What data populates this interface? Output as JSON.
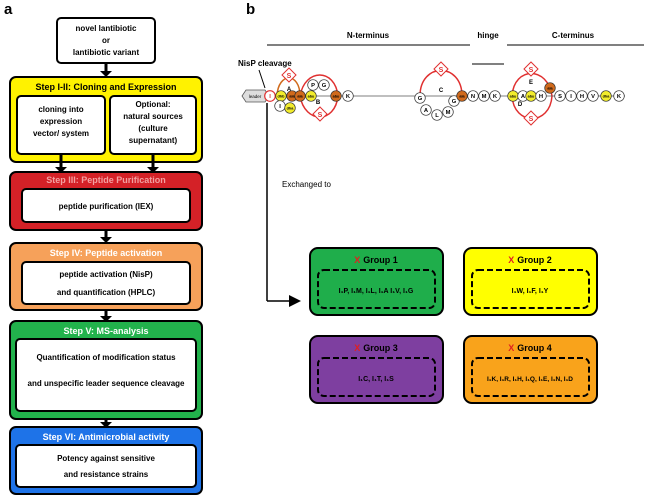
{
  "panel_a": {
    "label": "a",
    "start": {
      "line1": "novel lantibiotic",
      "line2": "or",
      "line3": "lantibiotic variant"
    },
    "step1": {
      "title": "Step I-II: Cloning and Expression",
      "left": {
        "line1": "cloning into",
        "line2": "expression",
        "line3": "vector/ system"
      },
      "right": {
        "line1": "Optional:",
        "line2": "natural sources",
        "line3": "(culture",
        "line4": "supernatant)"
      }
    },
    "step3": {
      "title": "Step III: Peptide Purification",
      "body": "peptide purification (IEX)"
    },
    "step4": {
      "title": "Step IV: Peptide activation",
      "line1": "peptide activation (NisP)",
      "line2": "and quantification (HPLC)"
    },
    "step5": {
      "title": "Step V: MS-analysis",
      "line1": "Quantification of modification status",
      "line2": "and unspecific leader sequence cleavage"
    },
    "step6": {
      "title": "Step VI: Antimicrobial activity",
      "line1": "Potency against sensitive",
      "line2": "and resistance strains"
    }
  },
  "panel_b": {
    "label": "b",
    "regions": {
      "n_terminus": "N-terminus",
      "hinge": "hinge",
      "c_terminus": "C-terminus"
    },
    "cleavage_label": "NisP cleavage",
    "leader_label": "leader",
    "exchanged_label": "Exchanged to",
    "ring_labels": {
      "A": "A",
      "B": "B",
      "C": "C",
      "D": "D",
      "E": "E"
    },
    "sulfur_label": "S",
    "residues": {
      "i1": "I",
      "dhb": "dhb",
      "ala1": "ala",
      "i_a": "I",
      "dha1": "dha",
      "ala2": "ala",
      "abu1": "abu",
      "p": "P",
      "g1": "G",
      "abu2": "abu",
      "k1": "K",
      "g2": "G",
      "a": "A",
      "l": "L",
      "m1": "M",
      "g3": "G",
      "ala3": "ala",
      "n1": "N",
      "m2": "M",
      "k2": "K",
      "abu3": "abu",
      "a2": "A",
      "abu4": "abu",
      "h1": "H",
      "ala4": "ala",
      "s": "S",
      "i2": "I",
      "h2": "H",
      "v": "V",
      "dha2": "dha",
      "k3": "K"
    },
    "groups": [
      {
        "mark": "X",
        "title": "Group 1",
        "content": "I₁P, I₁M, I₁L, I₁A I₁V, I₁G",
        "color": "#1fae4b"
      },
      {
        "mark": "X",
        "title": "Group 2",
        "content": "I₁W, I₁F, I₁Y",
        "color": "#ffff00"
      },
      {
        "mark": "X",
        "title": "Group 3",
        "content": "I₁C, I₁T, I₁S",
        "color": "#7e3fa0"
      },
      {
        "mark": "X",
        "title": "Group 4",
        "content": "I₁K, I₁R, I₁H, I₁Q, I₁E, I₁N, I₁D",
        "color": "#f9a31b"
      }
    ]
  },
  "colors": {
    "yellow": "#fff200",
    "red": "#d42127",
    "orange": "#f6a15a",
    "green": "#22b24c",
    "blue": "#1e73e8",
    "dark_orange": "#d06a1c",
    "residue_yellow": "#f2ec2c",
    "ring_red": "#e03030"
  }
}
